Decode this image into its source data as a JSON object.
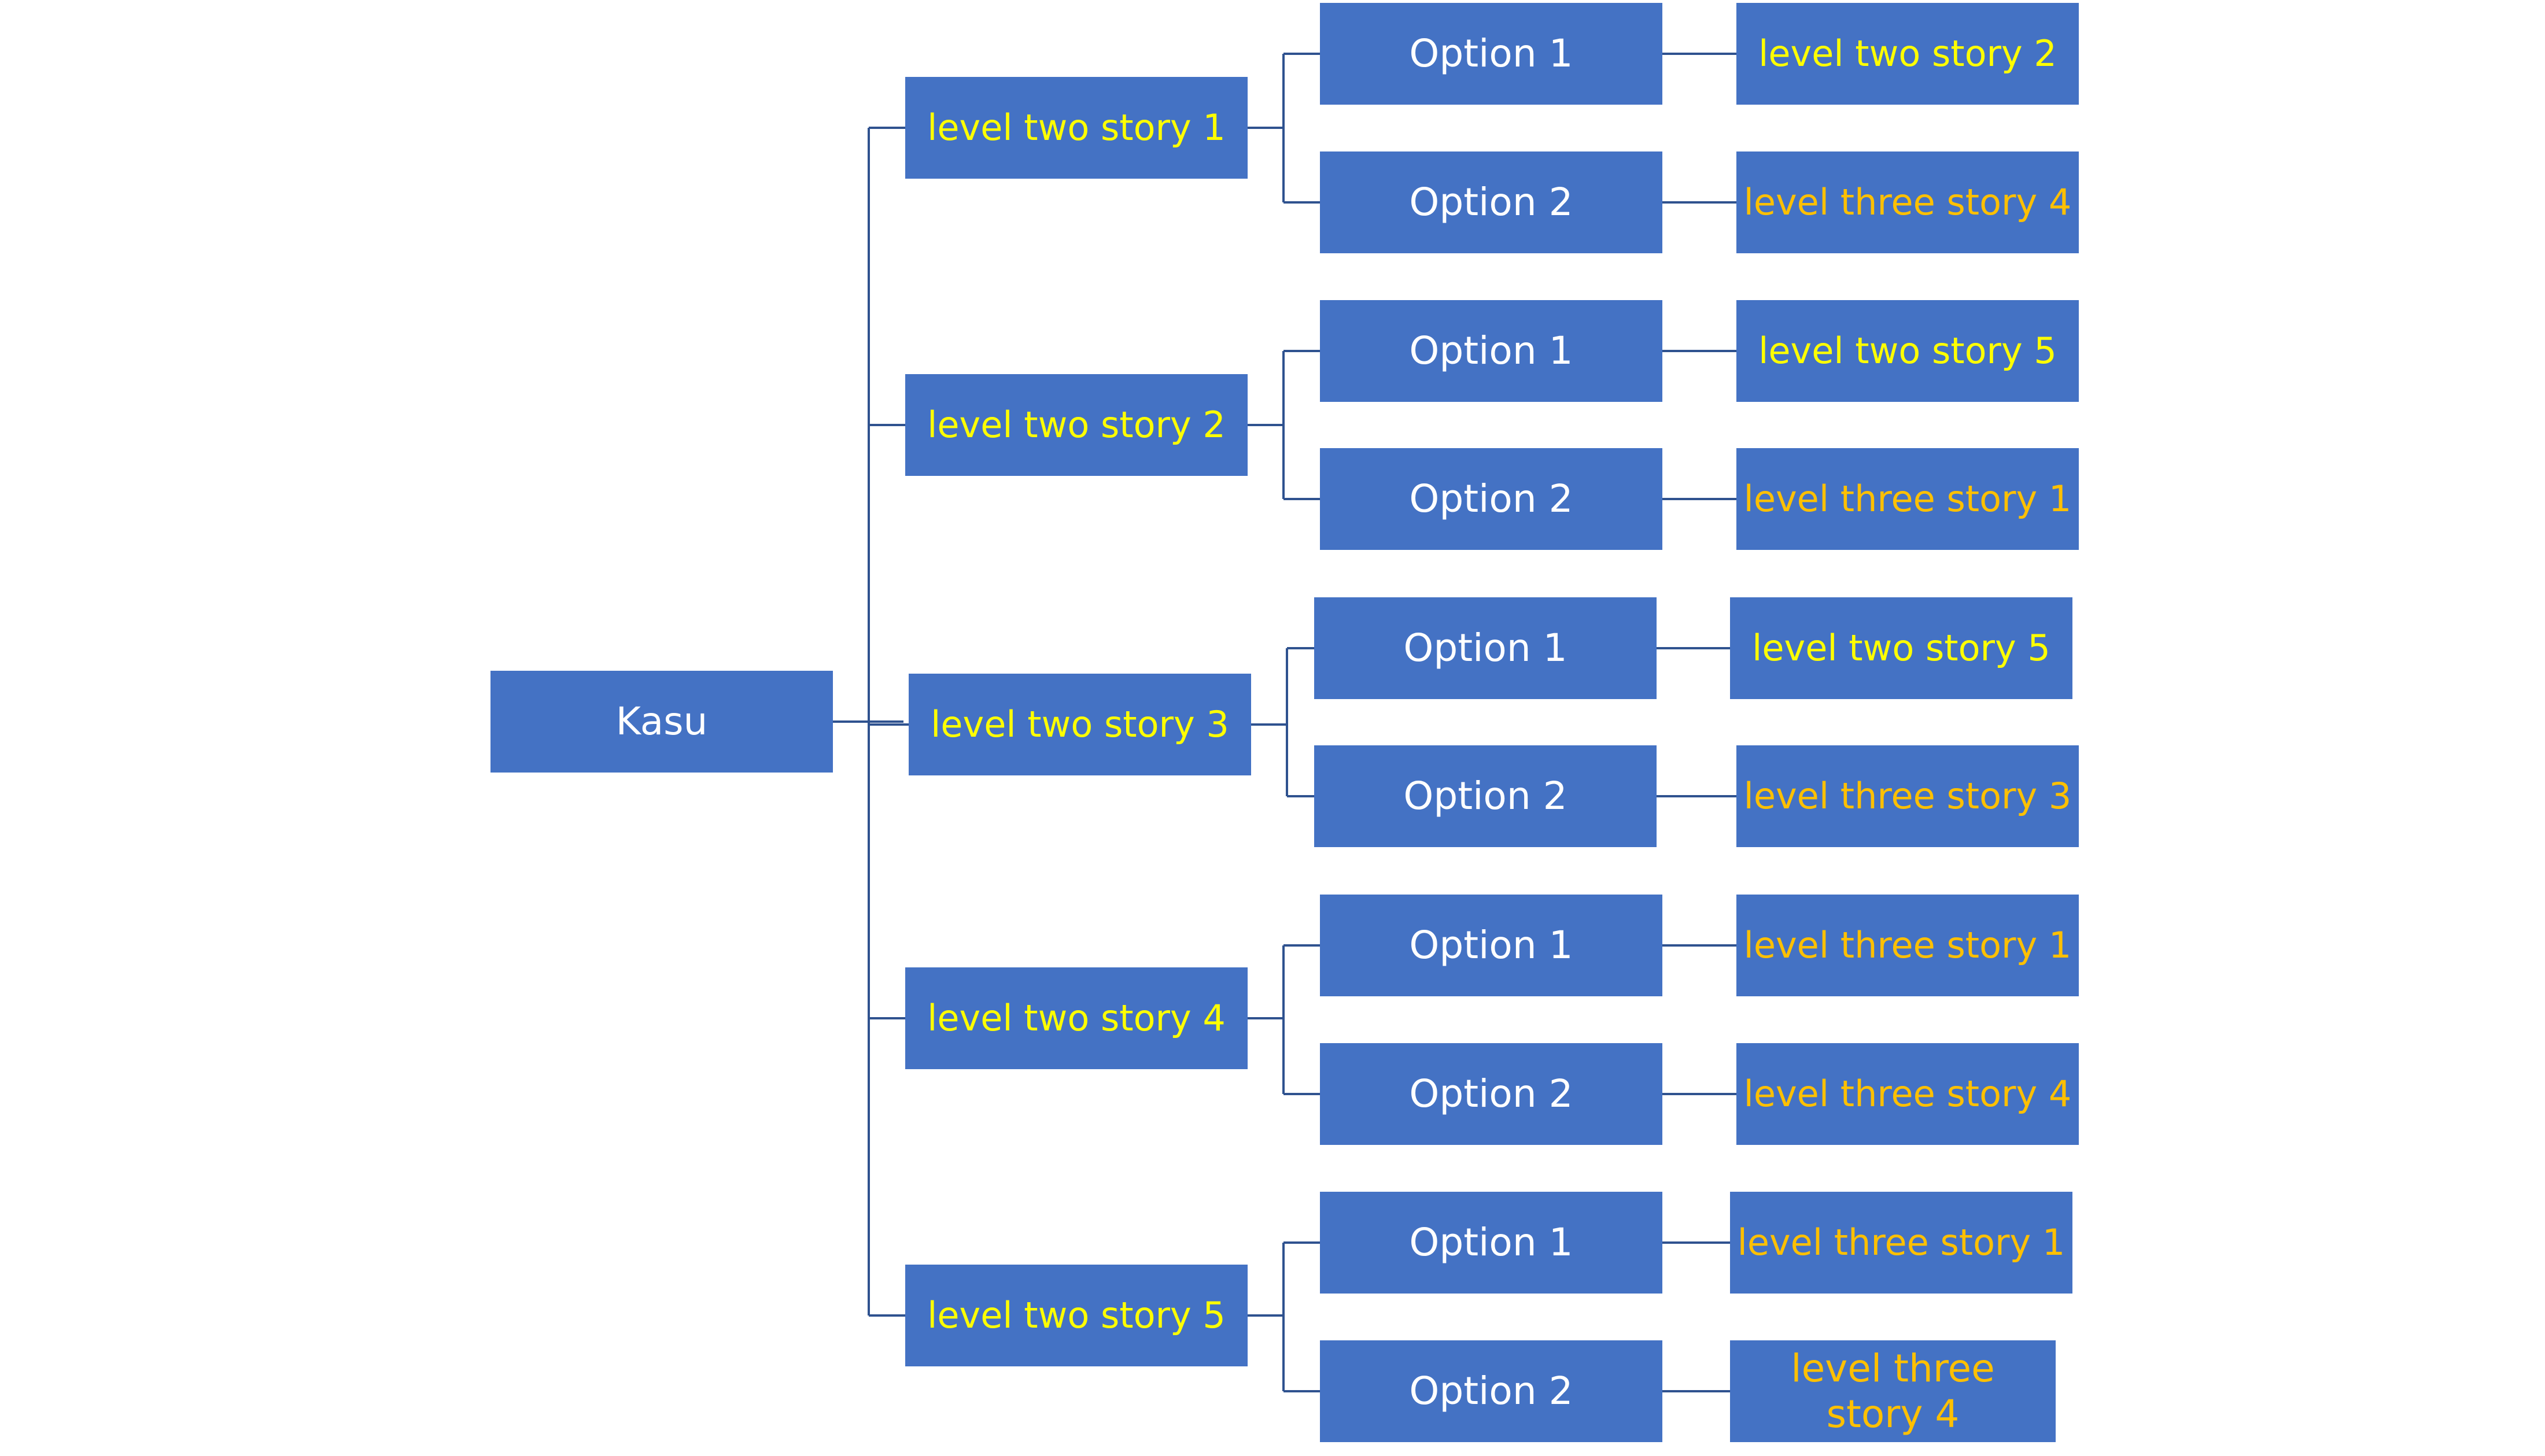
{
  "colors": {
    "box_fill": "#4472C4",
    "connector": "#2F528F",
    "root_text": "#FFFFFF",
    "option_text": "#FFFFFF",
    "level_two_text": "#FFFF00",
    "level_three_text": "#FFC000"
  },
  "root": {
    "label": "Kasu"
  },
  "branches": [
    {
      "label": "level two story 1",
      "options": [
        {
          "label": "Option 1",
          "target": {
            "label": "level two story 2",
            "kind": "level-two"
          }
        },
        {
          "label": "Option 2",
          "target": {
            "label": "level three story 4",
            "kind": "level-three"
          }
        }
      ]
    },
    {
      "label": "level two story 2",
      "options": [
        {
          "label": "Option 1",
          "target": {
            "label": "level two story 5",
            "kind": "level-two"
          }
        },
        {
          "label": "Option 2",
          "target": {
            "label": "level three story 1",
            "kind": "level-three"
          }
        }
      ]
    },
    {
      "label": "level two story 3",
      "options": [
        {
          "label": "Option 1",
          "target": {
            "label": "level two story 5",
            "kind": "level-two"
          }
        },
        {
          "label": "Option 2",
          "target": {
            "label": "level three story 3",
            "kind": "level-three"
          }
        }
      ]
    },
    {
      "label": "level two story 4",
      "options": [
        {
          "label": "Option 1",
          "target": {
            "label": "level three story 1",
            "kind": "level-three"
          }
        },
        {
          "label": "Option 2",
          "target": {
            "label": "level three story 4",
            "kind": "level-three"
          }
        }
      ]
    },
    {
      "label": "level two story 5",
      "options": [
        {
          "label": "Option 1",
          "target": {
            "label": "level three story 1",
            "kind": "level-three"
          }
        },
        {
          "label": "Option 2",
          "target": {
            "label": "level three story 4",
            "kind": "level-three"
          }
        }
      ]
    }
  ]
}
